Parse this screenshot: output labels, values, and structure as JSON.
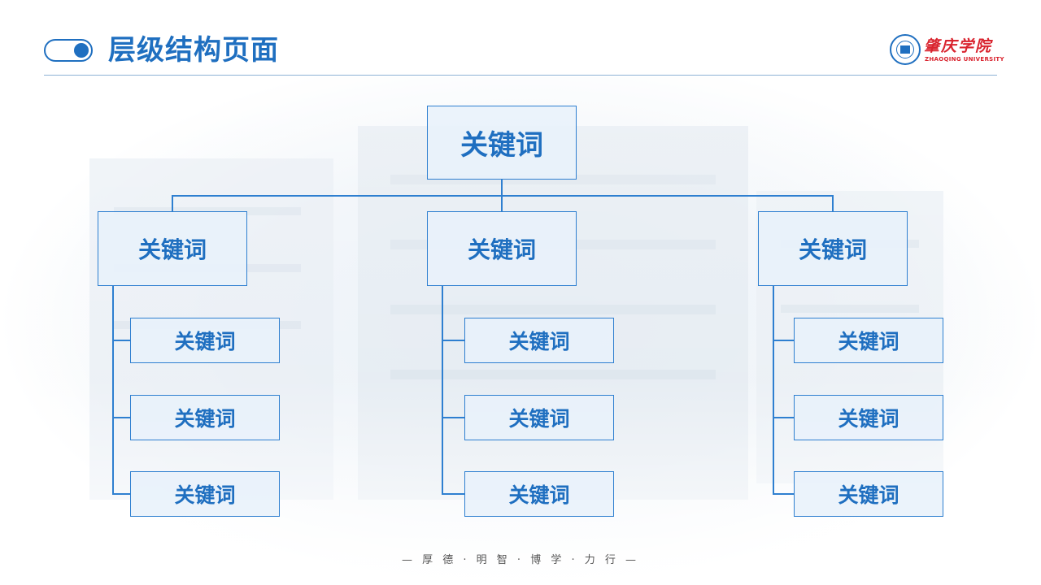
{
  "header": {
    "title": "层级结构页面",
    "logo_cn": "肇庆学院",
    "logo_en": "ZHAOQING UNIVERSITY"
  },
  "colors": {
    "accent": "#1f6fc0",
    "line": "#2e7fd0",
    "logo": "#d9232e"
  },
  "icons": {
    "toggle": "toggle-icon",
    "seal": "university-seal-icon"
  },
  "diagram": {
    "root": "关键词",
    "branches": [
      {
        "label": "关键词",
        "children": [
          "关键词",
          "关键词",
          "关键词"
        ]
      },
      {
        "label": "关键词",
        "children": [
          "关键词",
          "关键词",
          "关键词"
        ]
      },
      {
        "label": "关键词",
        "children": [
          "关键词",
          "关键词",
          "关键词"
        ]
      }
    ]
  },
  "footer": {
    "motto": "— 厚 德 · 明 智 · 博 学 · 力 行 —"
  }
}
